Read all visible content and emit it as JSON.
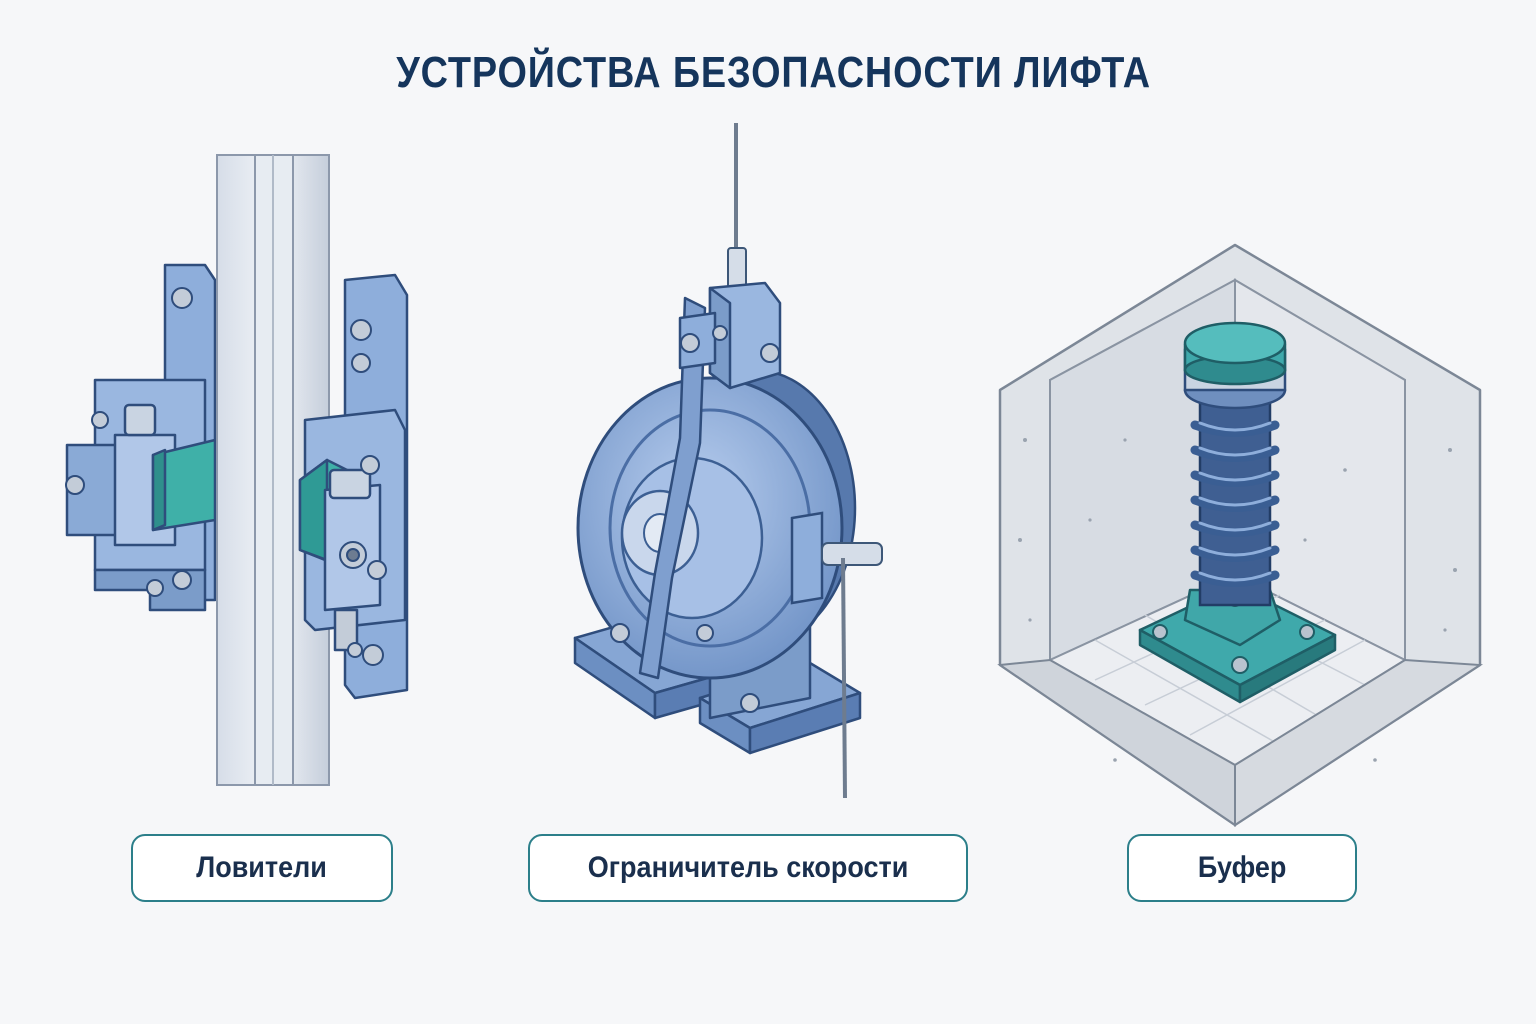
{
  "title": "УСТРОЙСТВА БЕЗОПАСНОСТИ ЛИФТА",
  "devices": [
    {
      "label": "Ловители",
      "icon": "safety-gear-illustration"
    },
    {
      "label": "Ограничитель скорости",
      "icon": "speed-governor-illustration"
    },
    {
      "label": "Буфер",
      "icon": "buffer-illustration"
    }
  ],
  "colors": {
    "title": "#15355c",
    "label_border": "#2c7f8a",
    "steel_blue": "#7e9fcf",
    "steel_light": "#a9c0e3",
    "steel_dark": "#3c5f93",
    "teal": "#3aa6a8",
    "concrete": "#d9dde3"
  }
}
